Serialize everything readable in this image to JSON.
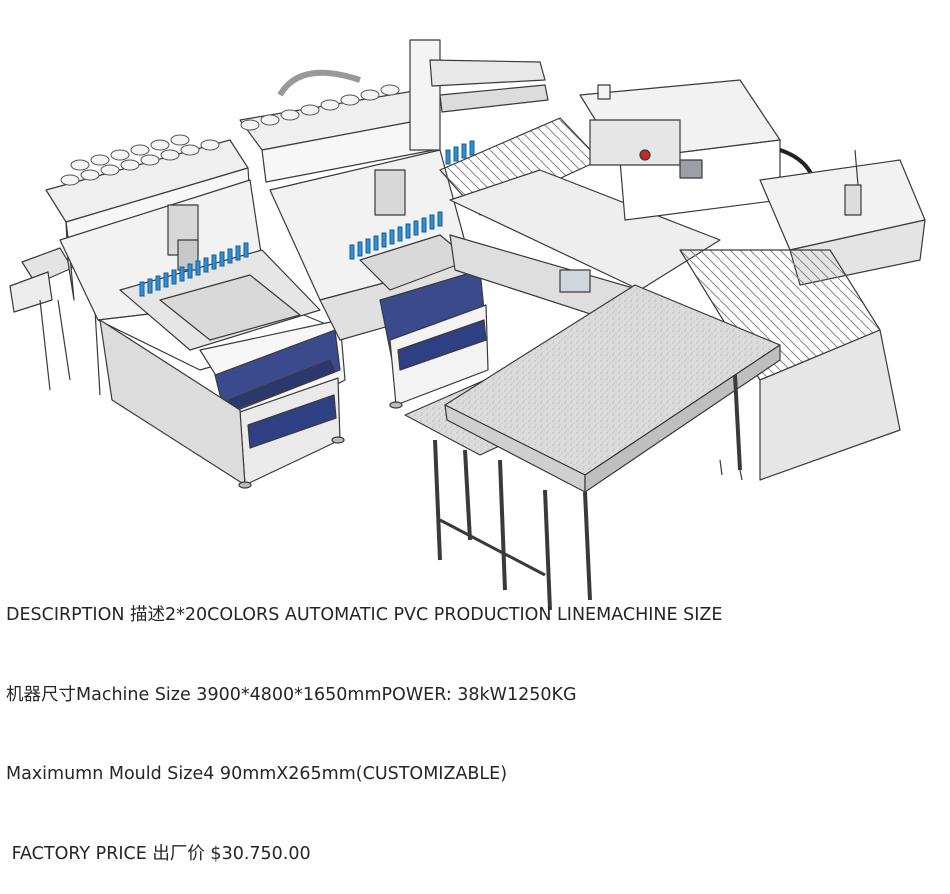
{
  "caption": {
    "line1": "DESCIRPTION 描述2*20COLORS AUTOMATIC PVC PRODUCTION LINEMACHINE SIZE",
    "line2": "机器尺寸Machine Size 3900*4800*1650mmPOWER: 38kW1250KG",
    "line3": "Maximumn Mould Size4 90mmX265mm(CUSTOMIZABLE)",
    "line4": " FACTORY PRICE 出厂价 $30.750.00"
  },
  "colors": {
    "frame": "#e9e9e9",
    "outline": "#3a3a3a",
    "nozzle": "#2e8fd6",
    "panel": "#3b4a8c",
    "granite": "#d7d7d7"
  }
}
